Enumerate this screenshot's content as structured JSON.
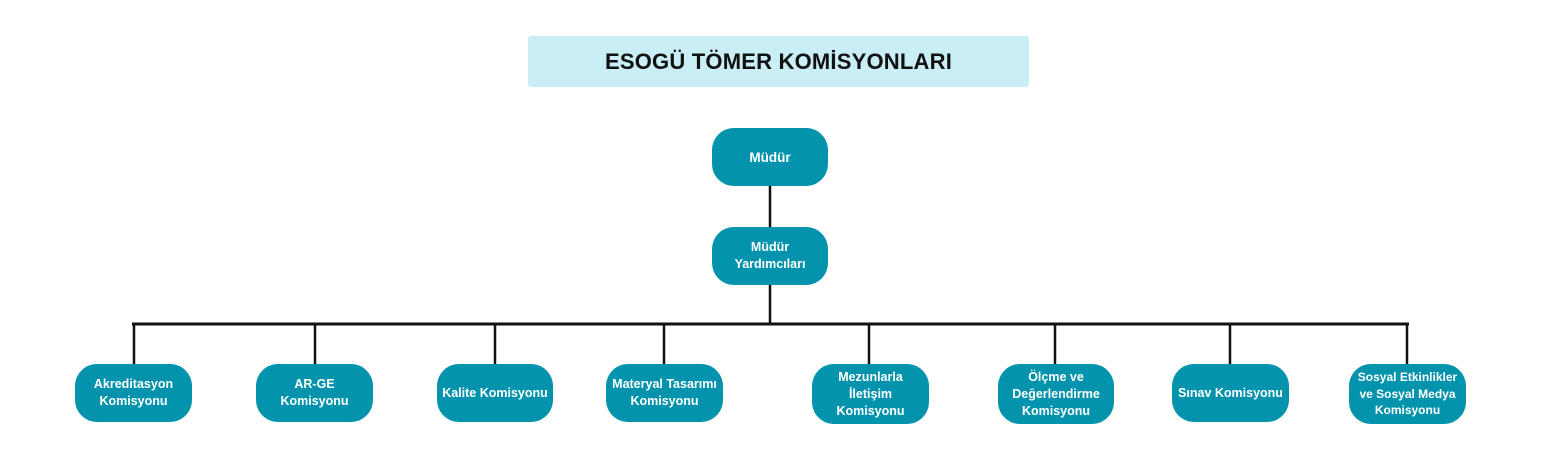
{
  "title": "ESOGÜ TÖMER KOMİSYONLARI",
  "colors": {
    "title_bg": "#c9eef6",
    "node": "#0393ad",
    "line": "#111111"
  },
  "root": {
    "label": "Müdür"
  },
  "deputy": {
    "line1": "Müdür",
    "line2": "Yardımcıları"
  },
  "committees": [
    {
      "lines": [
        "Akreditasyon",
        "Komisyonu"
      ]
    },
    {
      "lines": [
        "AR-GE",
        "Komisyonu"
      ]
    },
    {
      "lines": [
        "Kalite Komisyonu"
      ]
    },
    {
      "lines": [
        "Materyal Tasarımı",
        "Komisyonu"
      ]
    },
    {
      "lines": [
        "Mezunlarla",
        "İletişim",
        "Komisyonu"
      ]
    },
    {
      "lines": [
        "Ölçme ve",
        "Değerlendirme",
        "Komisyonu"
      ]
    },
    {
      "lines": [
        "Sınav Komisyonu"
      ]
    },
    {
      "lines": [
        "Sosyal Etkinlikler",
        "ve Sosyal Medya",
        "Komisyonu"
      ]
    }
  ]
}
